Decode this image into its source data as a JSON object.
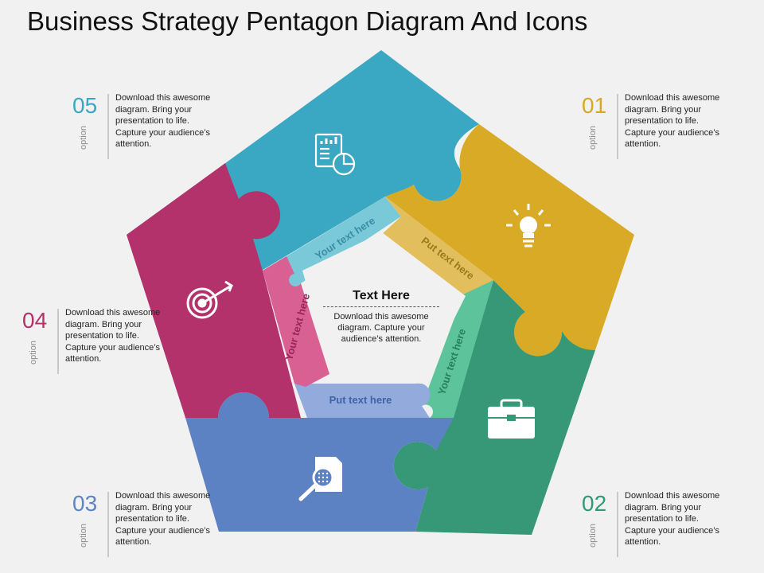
{
  "title": "Business Strategy Pentagon Diagram And Icons",
  "center": {
    "title": "Text Here",
    "text": "Download this awesome diagram. Capture your audience’s attention."
  },
  "inner_labels": {
    "top": "Your text here",
    "right_top": "Put text here",
    "right_bottom": "Your text here",
    "bottom": "Put text here",
    "left": "Your text here"
  },
  "options": [
    {
      "num": "01",
      "word": "option",
      "text": "Download this awesome diagram. Bring your presentation to life. Capture your audience’s attention.",
      "color": "#d8a723",
      "icon": "lightbulb-icon"
    },
    {
      "num": "02",
      "word": "option",
      "text": "Download this awesome diagram. Bring your presentation to life. Capture your audience’s attention.",
      "color": "#2f9a73",
      "icon": "briefcase-icon"
    },
    {
      "num": "03",
      "word": "option",
      "text": "Download this awesome diagram. Bring your presentation to life. Capture your audience’s attention.",
      "color": "#5e84c4",
      "icon": "document-search-icon"
    },
    {
      "num": "04",
      "word": "option",
      "text": "Download this awesome diagram. Bring your presentation to life. Capture your audience’s attention.",
      "color": "#b5316a",
      "icon": "target-icon"
    },
    {
      "num": "05",
      "word": "option",
      "text": "Download this awesome diagram. Bring your presentation to life. Capture your audience’s attention.",
      "color": "#3aa8c2",
      "icon": "report-chart-icon"
    }
  ],
  "colors": {
    "teal": "#3aa8c2",
    "yellow": "#d9aa25",
    "green": "#379877",
    "blue": "#5c82c3",
    "magenta": "#b4326b",
    "teal_light": "#78cad8",
    "yellow_light": "#e3c060",
    "green_light": "#5bc49a",
    "blue_light": "#8fa9dc",
    "magenta_light": "#d75f92"
  }
}
